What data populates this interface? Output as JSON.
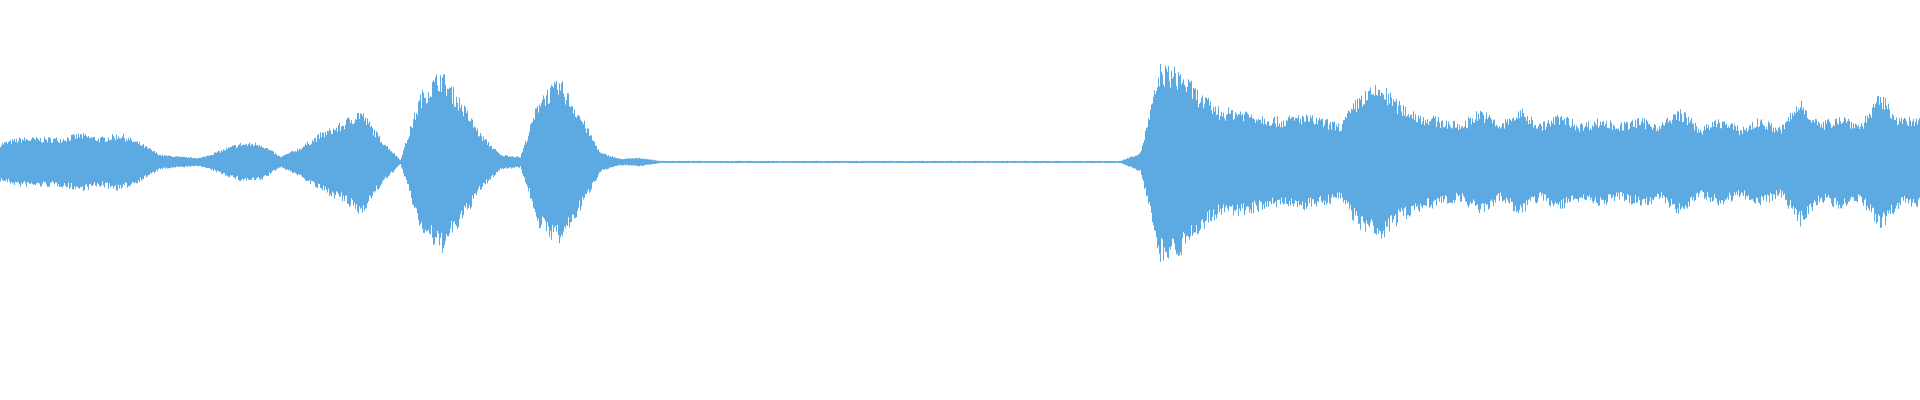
{
  "waveform": {
    "color": "#5DAAE2",
    "background": "#ffffff",
    "envelope_percent": [
      18,
      23,
      23,
      23,
      27,
      23,
      27,
      18,
      7,
      5,
      4,
      11,
      18,
      18,
      5,
      14,
      27,
      36,
      50,
      23,
      2,
      64,
      86,
      59,
      27,
      7,
      5,
      64,
      77,
      45,
      9,
      3,
      4,
      1,
      1,
      1,
      1,
      1,
      1,
      1,
      1,
      1,
      1,
      1,
      1,
      1,
      1,
      1,
      1,
      1,
      1,
      1,
      1,
      1,
      1,
      1,
      1,
      9,
      91,
      86,
      64,
      50,
      50,
      45,
      41,
      45,
      41,
      36,
      64,
      73,
      55,
      45,
      41,
      36,
      50,
      36,
      50,
      36,
      45,
      36,
      41,
      36,
      41,
      36,
      50,
      32,
      41,
      32,
      41,
      32,
      59,
      36,
      45,
      36,
      64,
      41,
      41
    ]
  }
}
